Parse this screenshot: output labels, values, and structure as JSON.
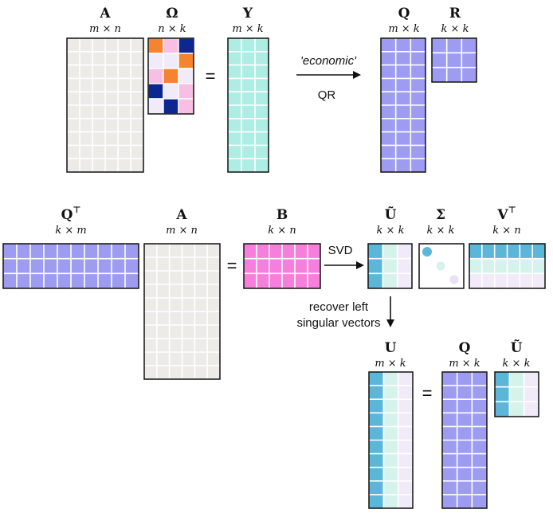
{
  "colors": {
    "gray": "#ecebe8",
    "cyan": "#aeede3",
    "purple": "#9d9cf0",
    "pink": "#f77fdc",
    "teal": "#5bb6d7",
    "mint": "#d5f3eb",
    "lavender": "#f1eaf8",
    "orange": "#f5832f",
    "navy": "#0d2791",
    "light_pink": "#f7bfe3",
    "light_lav": "#f1eaf8"
  },
  "top_row": {
    "A": {
      "label": "A",
      "dim": "m × n"
    },
    "Omega": {
      "label": "Ω",
      "dim": "n × k"
    },
    "Y": {
      "label": "Y",
      "dim": "m × k"
    },
    "Q": {
      "label": "Q",
      "dim": "m × k"
    },
    "R": {
      "label": "R",
      "dim": "k × k"
    },
    "equals": "=",
    "arrow_top_label": "'economic'",
    "arrow_bottom_label": "QR"
  },
  "middle_row": {
    "QT": {
      "label": "Q",
      "sup": "⊤",
      "dim": "k × m"
    },
    "A": {
      "label": "A",
      "dim": "m × n"
    },
    "B": {
      "label": "B",
      "dim": "k × n"
    },
    "Utilde": {
      "label": "Ũ",
      "dim": "k × k"
    },
    "Sigma": {
      "label": "Σ",
      "dim": "k × k"
    },
    "VT": {
      "label": "V",
      "sup": "⊤",
      "dim": "k × n"
    },
    "equals": "=",
    "svd_label": "SVD"
  },
  "bottom_row": {
    "recover_line1": "recover left",
    "recover_line2": "singular vectors",
    "U": {
      "label": "U",
      "dim": "m × k"
    },
    "Q": {
      "label": "Q",
      "dim": "m × k"
    },
    "Utilde": {
      "label": "Ũ",
      "dim": "k × k"
    },
    "equals": "="
  }
}
